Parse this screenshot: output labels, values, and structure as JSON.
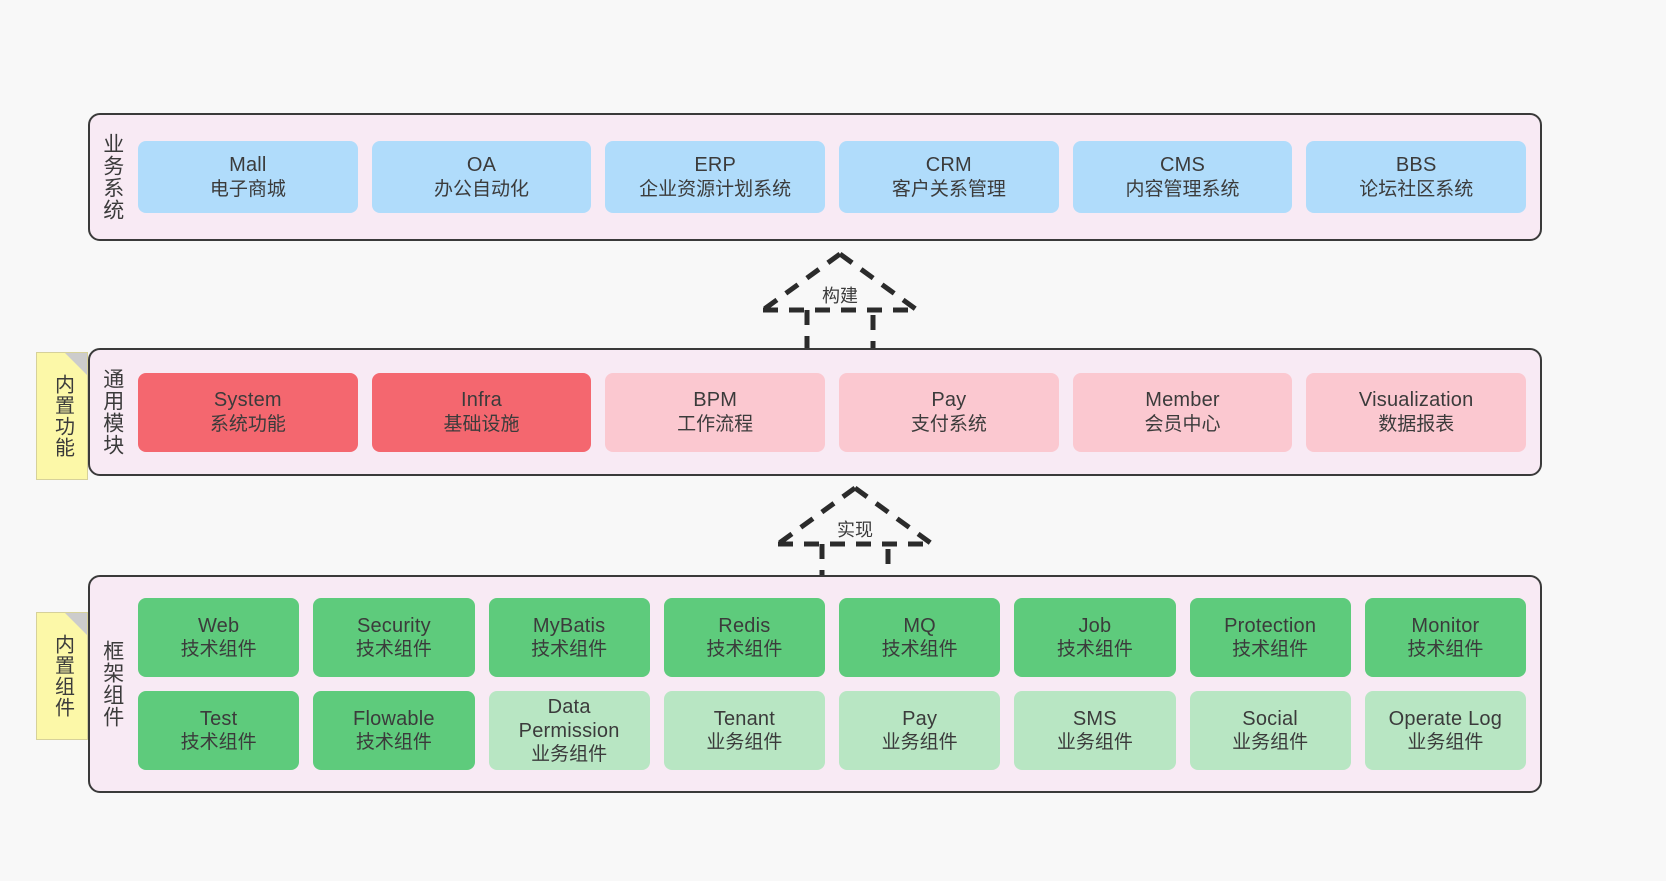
{
  "diagram": {
    "background_color": "#f8f8f8",
    "layer_fill": "#f8eaf4",
    "layer_border": "#3a3a3a"
  },
  "layers": [
    {
      "id": "business",
      "title": "业务系统",
      "card_color": "#b0dcfb",
      "rows": [
        {
          "cards": [
            {
              "en": "Mall",
              "cn": "电子商城",
              "variant": "c-blue"
            },
            {
              "en": "OA",
              "cn": "办公自动化",
              "variant": "c-blue"
            },
            {
              "en": "ERP",
              "cn": "企业资源计划系统",
              "variant": "c-blue"
            },
            {
              "en": "CRM",
              "cn": "客户关系管理",
              "variant": "c-blue"
            },
            {
              "en": "CMS",
              "cn": "内容管理系统",
              "variant": "c-blue"
            },
            {
              "en": "BBS",
              "cn": "论坛社区系统",
              "variant": "c-blue"
            }
          ]
        }
      ]
    },
    {
      "id": "common",
      "title": "通用模块",
      "card_color": "#f4676f",
      "rows": [
        {
          "cards": [
            {
              "en": "System",
              "cn": "系统功能",
              "variant": "c-red"
            },
            {
              "en": "Infra",
              "cn": "基础设施",
              "variant": "c-red"
            },
            {
              "en": "BPM",
              "cn": "工作流程",
              "variant": "c-pink"
            },
            {
              "en": "Pay",
              "cn": "支付系统",
              "variant": "c-pink"
            },
            {
              "en": "Member",
              "cn": "会员中心",
              "variant": "c-pink"
            },
            {
              "en": "Visualization",
              "cn": "数据报表",
              "variant": "c-pink"
            }
          ]
        }
      ]
    },
    {
      "id": "framework",
      "title": "框架组件",
      "card_color": "#5ecb7c",
      "rows": [
        {
          "cards": [
            {
              "en": "Web",
              "cn": "技术组件",
              "variant": "c-green"
            },
            {
              "en": "Security",
              "cn": "技术组件",
              "variant": "c-green"
            },
            {
              "en": "MyBatis",
              "cn": "技术组件",
              "variant": "c-green"
            },
            {
              "en": "Redis",
              "cn": "技术组件",
              "variant": "c-green"
            },
            {
              "en": "MQ",
              "cn": "技术组件",
              "variant": "c-green"
            },
            {
              "en": "Job",
              "cn": "技术组件",
              "variant": "c-green"
            },
            {
              "en": "Protection",
              "cn": "技术组件",
              "variant": "c-green"
            },
            {
              "en": "Monitor",
              "cn": "技术组件",
              "variant": "c-green"
            }
          ]
        },
        {
          "cards": [
            {
              "en": "Test",
              "cn": "技术组件",
              "variant": "c-green"
            },
            {
              "en": "Flowable",
              "cn": "技术组件",
              "variant": "c-green"
            },
            {
              "en": "Data Permission",
              "cn": "业务组件",
              "variant": "c-lightgrn"
            },
            {
              "en": "Tenant",
              "cn": "业务组件",
              "variant": "c-lightgrn"
            },
            {
              "en": "Pay",
              "cn": "业务组件",
              "variant": "c-lightgrn"
            },
            {
              "en": "SMS",
              "cn": "业务组件",
              "variant": "c-lightgrn"
            },
            {
              "en": "Social",
              "cn": "业务组件",
              "variant": "c-lightgrn"
            },
            {
              "en": "Operate Log",
              "cn": "业务组件",
              "variant": "c-lightgrn"
            }
          ]
        }
      ]
    }
  ],
  "notes": [
    {
      "id": "builtin-func",
      "text": "内置功能",
      "color": "#fcf8a8"
    },
    {
      "id": "builtin-comp",
      "text": "内置组件",
      "color": "#fcf8a8"
    }
  ],
  "arrows": [
    {
      "id": "build",
      "label": "构建",
      "style": "dashed-generalization-up"
    },
    {
      "id": "realize",
      "label": "实现",
      "style": "dashed-generalization-up"
    }
  ]
}
